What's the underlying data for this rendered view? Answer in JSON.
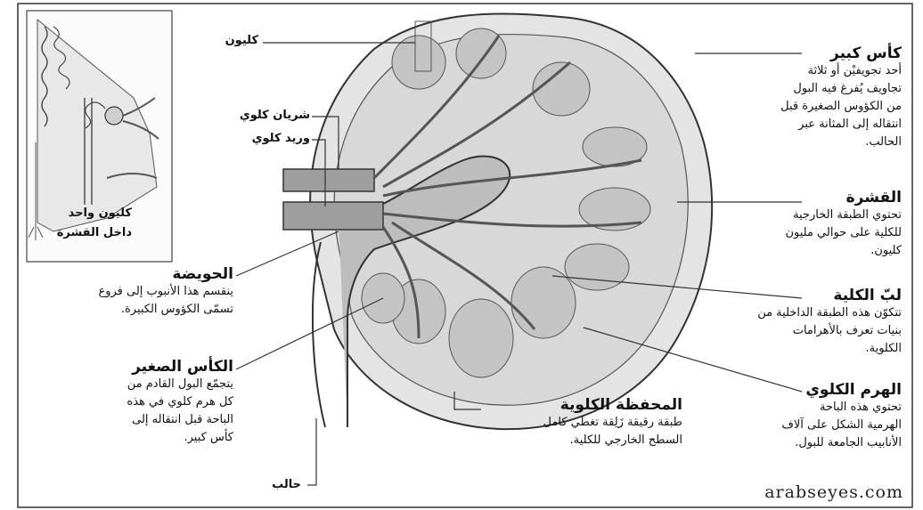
{
  "footer": {
    "site": "arabseyes.com"
  },
  "inset": {
    "nephron_label": "كليون",
    "caption_line1": "كليون واحد",
    "caption_line2": "داخل القشرة"
  },
  "left_labels": {
    "renal_artery": "شريان كلوي",
    "renal_vein": "وريد كلوي",
    "ureter": "حالب"
  },
  "callouts": {
    "major_calyx": {
      "title": "كأس كبير",
      "line1": "أحد تجويفيْن أو ثلاثة",
      "line2": "تجاويف يُفرغ فيه البول",
      "line3": "من الكؤوس الصغيرة قبل",
      "line4": "انتقاله إلى المثانة عبر",
      "line5": "الحالب."
    },
    "cortex": {
      "title": "القشرة",
      "line1": "تحتوي الطبقة الخارجية",
      "line2": "للكلية على حوالي مليون",
      "line3": "كليون."
    },
    "medulla": {
      "title": "لبّ الكلية",
      "line1": "تتكوّن هذه الطبقة الداخلية من",
      "line2": "بنيات تعرف بالأهرامات",
      "line3": "الكلوية."
    },
    "renal_pyramid": {
      "title": "الهرم الكلوي",
      "line1": "تحتوي هذه الباحة",
      "line2": "الهرمية الشكل على آلاف",
      "line3": "الأنابيب الجامعة للبول."
    },
    "renal_capsule": {
      "title": "المحفظة الكلوية",
      "line1": "طبقة رقيقة زَلِقة تغطي كامل",
      "line2": "السطح الخارجي للكلية."
    },
    "renal_pelvis": {
      "title": "الحويضة",
      "line1": "ينقسم هذا الأنبوب إلى فروع",
      "line2": "تسمّى الكؤوس الكبيرة."
    },
    "minor_calyx": {
      "title": "الكأس الصغير",
      "line1": "يتجمّع البول القادم من",
      "line2": "كل هرم كلوي في هذه",
      "line3": "الباحة قبل انتقاله إلى",
      "line4": "كأس كبير."
    }
  }
}
